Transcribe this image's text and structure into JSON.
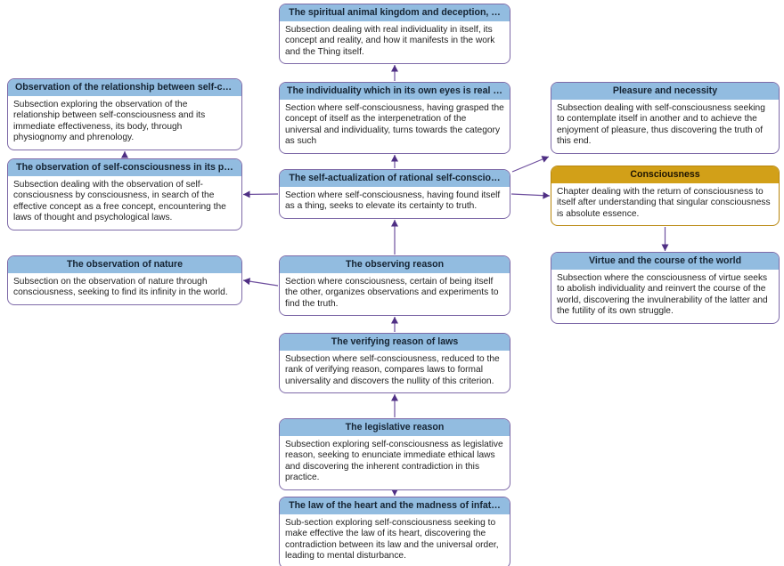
{
  "diagram": {
    "colors": {
      "node_header_blue": "#92bce0",
      "node_header_gold": "#d2a018",
      "node_border_purple": "#7e6aa8",
      "node_border_gold": "#b8860b",
      "arrow_line": "#6e4f9e",
      "arrow_head": "#4f2f84"
    },
    "nodes": {
      "spiritual_animal": {
        "title": "The spiritual animal kingdom and deception, …",
        "body": "Subsection dealing with real individuality in itself, its concept and reality, and how it manifests in the work and the Thing itself."
      },
      "obs_relationship": {
        "title": "Observation of the relationship between self-co…",
        "body": "Subsection exploring the observation of the relationship between self-consciousness and its immediate effectiveness, its body, through physiognomy and phrenology."
      },
      "individuality": {
        "title": "The individuality which in its own eyes is real i…",
        "body": "Section where self-consciousness, having grasped the concept of itself as the interpenetration of the universal and individuality, turns towards the category as such"
      },
      "pleasure": {
        "title": "Pleasure and necessity",
        "body": "Subsection dealing with self-consciousness seeking to contemplate itself in another and to achieve the enjoyment of pleasure, thus discovering the truth of this end."
      },
      "obs_self_consciousness": {
        "title": "The observation of self-consciousness in its p…",
        "body": "Subsection dealing with the observation of self-consciousness by consciousness, in search of the effective concept as a free concept, encountering the laws of thought and psychological laws."
      },
      "self_actualization": {
        "title": "The self-actualization of rational self-conscio…",
        "body": "Section where self-consciousness, having found itself as a thing, seeks to elevate its certainty to truth."
      },
      "consciousness": {
        "title": "Consciousness",
        "body": "Chapter dealing with the return of consciousness to itself after understanding that singular consciousness is absolute essence."
      },
      "obs_nature": {
        "title": "The observation of nature",
        "body": "Subsection on the observation of nature through consciousness, seeking to find its infinity in the world."
      },
      "observing_reason": {
        "title": "The observing reason",
        "body": "Section where consciousness, certain of being itself the other, organizes observations and experiments to find the truth."
      },
      "virtue": {
        "title": "Virtue and the course of the world",
        "body": "Subsection where the consciousness of virtue seeks to abolish individuality and reinvert the course of the world, discovering the invulnerability of the latter and the futility of its own struggle."
      },
      "verifying_reason": {
        "title": "The verifying reason of laws",
        "body": "Subsection where self-consciousness, reduced to the rank of verifying reason, compares laws to formal universality and discovers the nullity of this criterion."
      },
      "legislative_reason": {
        "title": "The legislative reason",
        "body": "Subsection exploring self-consciousness as legislative reason, seeking to enunciate immediate ethical laws and discovering the inherent contradiction in this practice."
      },
      "law_of_heart": {
        "title": "The law of the heart and the madness of infat…",
        "body": "Sub-section exploring self-consciousness seeking to make effective the law of its heart, discovering the contradiction between its law and the universal order, leading to mental disturbance."
      }
    },
    "edges": [
      {
        "from": "individuality",
        "to": "spiritual_animal",
        "fromSide": "top",
        "toSide": "bottom"
      },
      {
        "from": "self_actualization",
        "to": "individuality",
        "fromSide": "top",
        "toSide": "bottom"
      },
      {
        "from": "observing_reason",
        "to": "self_actualization",
        "fromSide": "top",
        "toSide": "bottom"
      },
      {
        "from": "verifying_reason",
        "to": "observing_reason",
        "fromSide": "top",
        "toSide": "bottom"
      },
      {
        "from": "legislative_reason",
        "to": "verifying_reason",
        "fromSide": "top",
        "toSide": "bottom"
      },
      {
        "from": "legislative_reason",
        "to": "law_of_heart",
        "fromSide": "bottom",
        "toSide": "top"
      },
      {
        "from": "obs_self_consciousness",
        "to": "obs_relationship",
        "fromSide": "top",
        "toSide": "bottom"
      },
      {
        "from": "self_actualization",
        "to": "obs_self_consciousness",
        "fromSide": "left",
        "toSide": "right"
      },
      {
        "from": "observing_reason",
        "to": "obs_nature",
        "fromSide": "left",
        "toSide": "right"
      },
      {
        "from": "self_actualization",
        "to": "consciousness",
        "fromSide": "right",
        "toSide": "left"
      },
      {
        "from": "self_actualization",
        "to": "pleasure",
        "fromSide": "topright",
        "toSide": "bottomleft"
      },
      {
        "from": "consciousness",
        "to": "virtue",
        "fromSide": "bottom",
        "toSide": "top"
      }
    ]
  }
}
